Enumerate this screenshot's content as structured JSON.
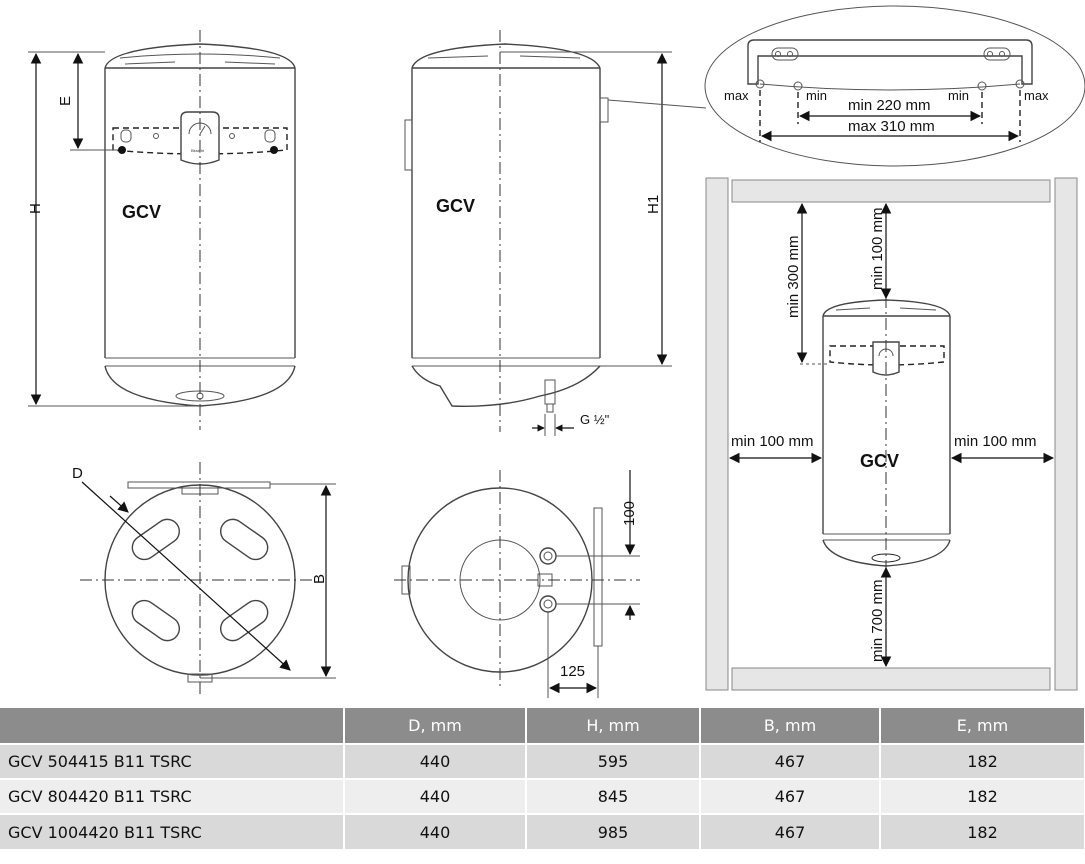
{
  "drawing": {
    "front_model": "GCV",
    "side_model": "GCV",
    "install_model": "GCV",
    "brand_badge": "Bksight",
    "dim_e": "E",
    "dim_h": "H",
    "dim_h1": "H1",
    "dim_d": "D",
    "dim_b": "B",
    "dim_thread": "G ½\"",
    "dim_100_top": "100",
    "dim_125": "125",
    "bracket_max_left": "max",
    "bracket_min_left": "min",
    "bracket_min_right": "min",
    "bracket_max_right": "max",
    "bracket_min_220": "min 220 mm",
    "bracket_max_310": "max 310 mm",
    "install_min_300": "min 300 mm",
    "install_min_100_top": "min 100 mm",
    "install_min_100_left": "min 100 mm",
    "install_min_100_right": "min 100 mm",
    "install_min_700": "min 700 mm",
    "colors": {
      "line": "#444444",
      "table_header": "#8c8c8c",
      "row_dark": "#d9d9d9",
      "row_light": "#eeeeee"
    },
    "icons": [
      "bracket-hole-icon",
      "dimension-arrow-icon"
    ]
  },
  "table": {
    "headers": [
      "",
      "D, mm",
      "H, mm",
      "B, mm",
      "E, mm"
    ],
    "rows": [
      [
        "GCV 504415 B11 TSRC",
        "440",
        "595",
        "467",
        "182"
      ],
      [
        "GCV 804420 B11 TSRC",
        "440",
        "845",
        "467",
        "182"
      ],
      [
        "GCV 1004420 B11 TSRC",
        "440",
        "985",
        "467",
        "182"
      ]
    ]
  }
}
